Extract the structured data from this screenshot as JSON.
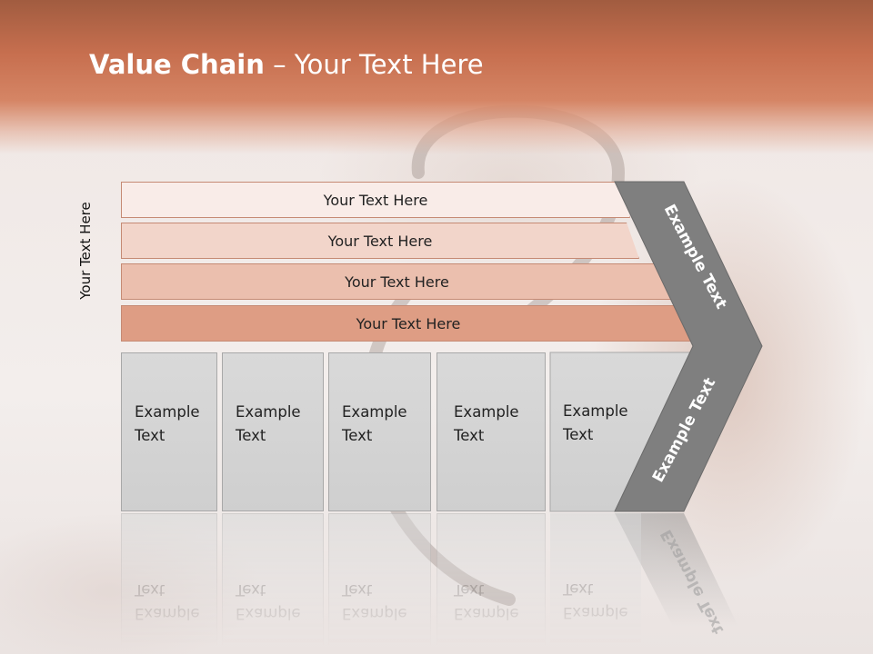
{
  "title": {
    "bold": "Value Chain",
    "rest": " – Your Text Here"
  },
  "side_label": "Your Text Here",
  "bars": [
    {
      "label": "Your Text Here",
      "fill": "#f9ece8"
    },
    {
      "label": "Your Text Here",
      "fill": "#f2d5ca"
    },
    {
      "label": "Your Text Here",
      "fill": "#ebbfae"
    },
    {
      "label": "Your Text Here",
      "fill": "#de9d84"
    }
  ],
  "columns": [
    {
      "line1": "Example",
      "line2": "Text"
    },
    {
      "line1": "Example",
      "line2": "Text"
    },
    {
      "line1": "Example",
      "line2": "Text"
    },
    {
      "line1": "Example",
      "line2": "Text"
    },
    {
      "line1": "Example",
      "line2": "Text"
    }
  ],
  "chevron": {
    "upper_text": "Example Text",
    "lower_text": "Example Text",
    "fill": "#7f7f7f"
  },
  "colors": {
    "header": "#c76f4f",
    "column_fill": "#d4d4d4"
  }
}
